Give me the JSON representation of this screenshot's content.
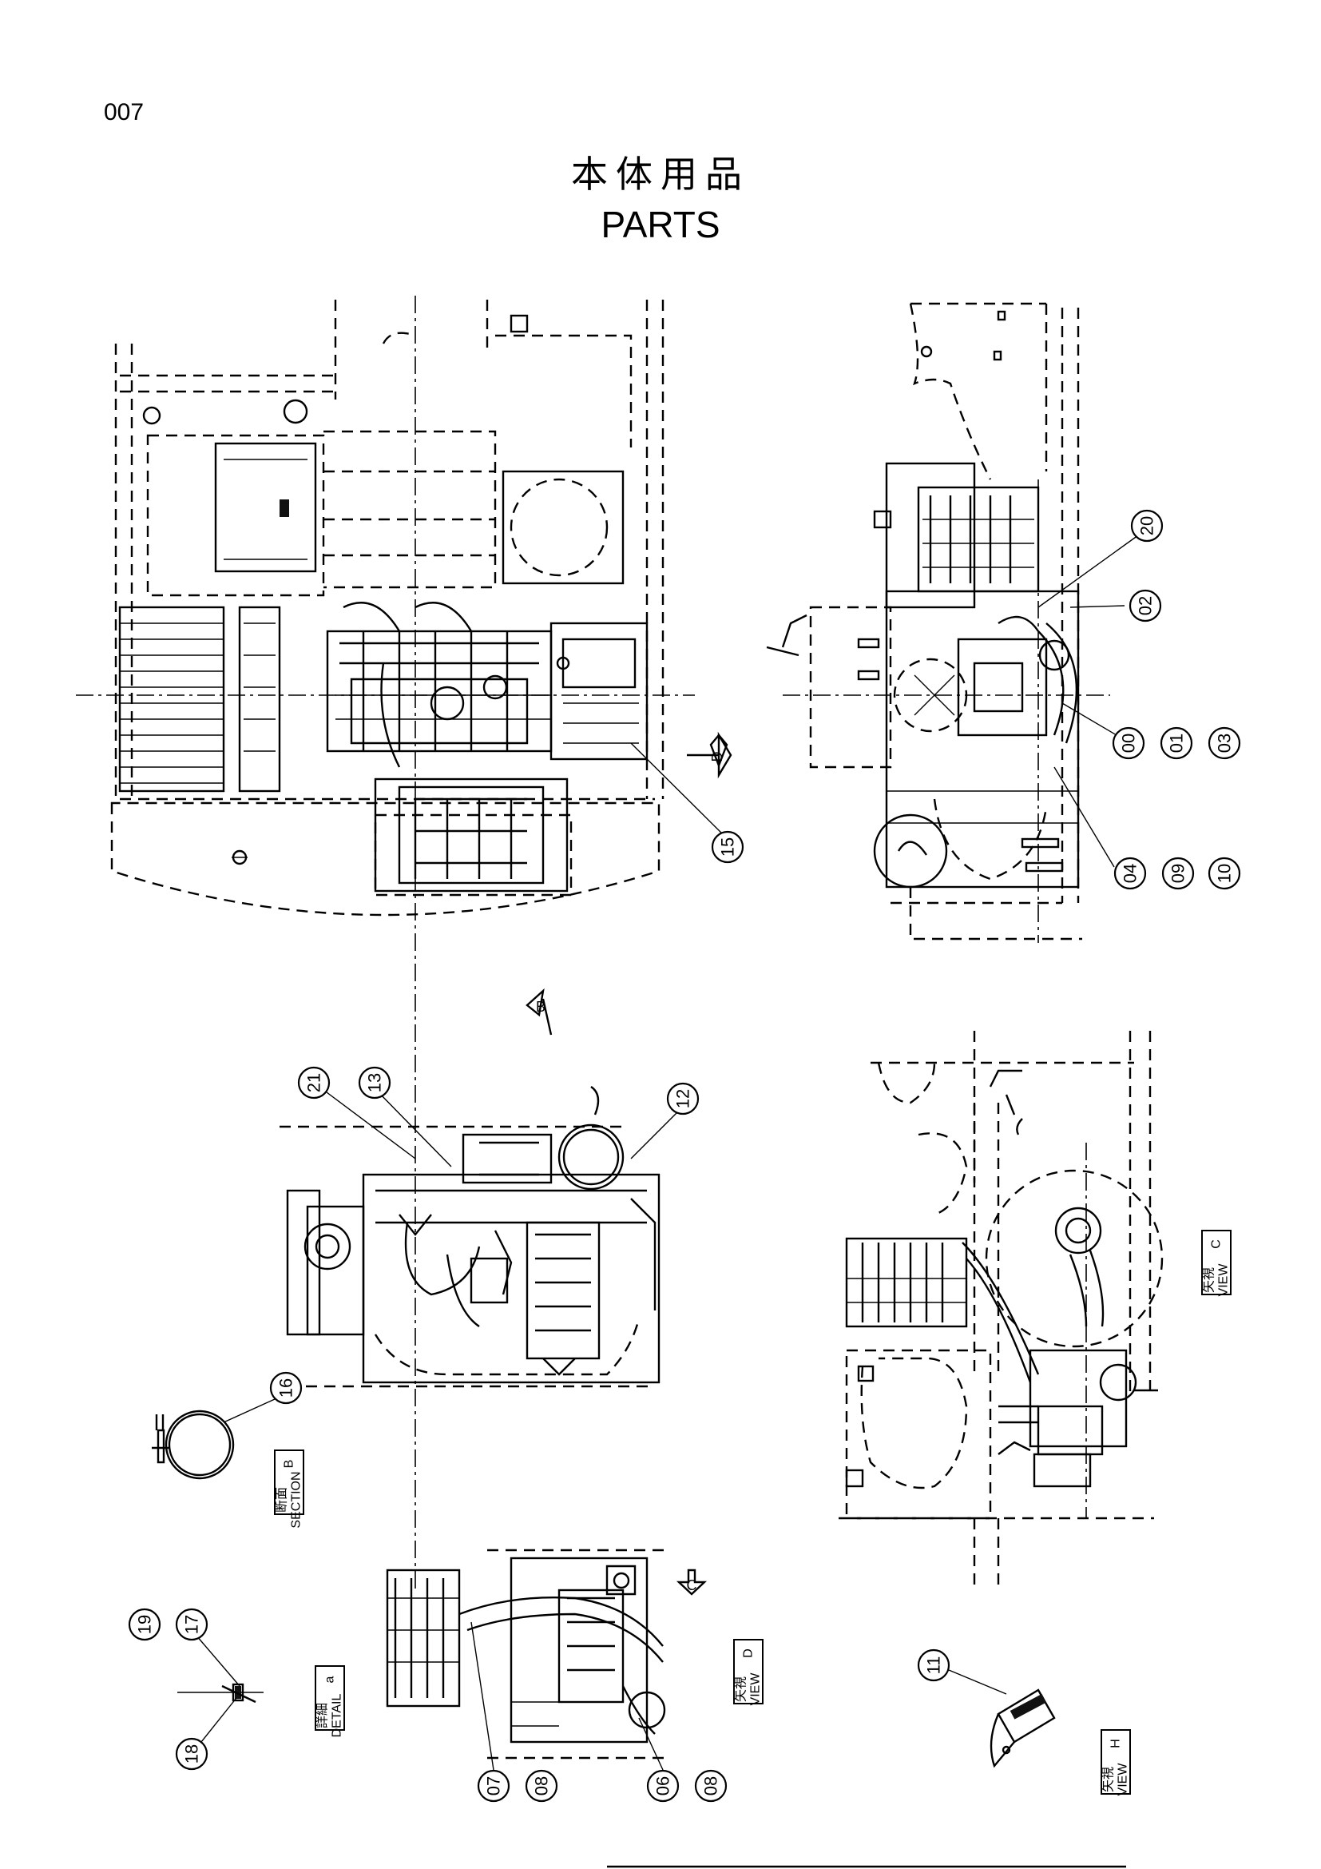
{
  "page": {
    "number": "007",
    "title_jp": "本体用品",
    "title_en": "PARTS"
  },
  "callouts": {
    "c00": "00",
    "c01": "01",
    "c02": "02",
    "c03": "03",
    "c04": "04",
    "c06": "06",
    "c07": "07",
    "c08a": "08",
    "c08b": "08",
    "c09": "09",
    "c10": "10",
    "c11": "11",
    "c12": "12",
    "c13": "13",
    "c15": "15",
    "c16": "16",
    "c17": "17",
    "c18": "18",
    "c19": "19",
    "c20": "20",
    "c21": "21"
  },
  "view_labels": {
    "section_b": {
      "jp": "断面",
      "en": "SECTION",
      "letter": "B"
    },
    "detail_a": {
      "jp": "詳細",
      "en": "DETAIL",
      "letter": "a"
    },
    "view_c": {
      "jp": "矢視",
      "en": "VIEW",
      "letter": "C"
    },
    "view_d": {
      "jp": "矢視",
      "en": "VIEW",
      "letter": "D"
    },
    "view_h": {
      "jp": "矢視",
      "en": "VIEW",
      "letter": "H"
    }
  },
  "view_arrows": {
    "b": "B",
    "c": "C",
    "d": "D"
  }
}
